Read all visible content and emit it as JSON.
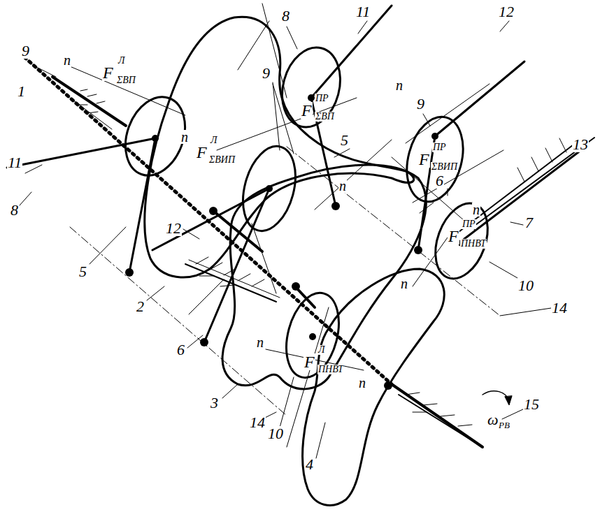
{
  "diagram": {
    "labels": [
      "9",
      "n",
      "F",
      "Л",
      "ΣВП",
      "1",
      "8",
      "11",
      "12",
      "n",
      "F",
      "ПР",
      "ΣВП",
      "9",
      "n",
      "F",
      "Л",
      "ΣВИП",
      "5",
      "9",
      "F",
      "ПР",
      "ΣВИП",
      "n",
      "6",
      "13",
      "n",
      "7",
      "F",
      "ПР",
      "ПНВТ",
      "11",
      "8",
      "5",
      "12",
      "2",
      "10",
      "14",
      "n",
      "6",
      "n",
      "F",
      "Л",
      "ПНВТ",
      "n",
      "ω",
      "РВ",
      "15",
      "3",
      "14",
      "10",
      "4"
    ]
  }
}
